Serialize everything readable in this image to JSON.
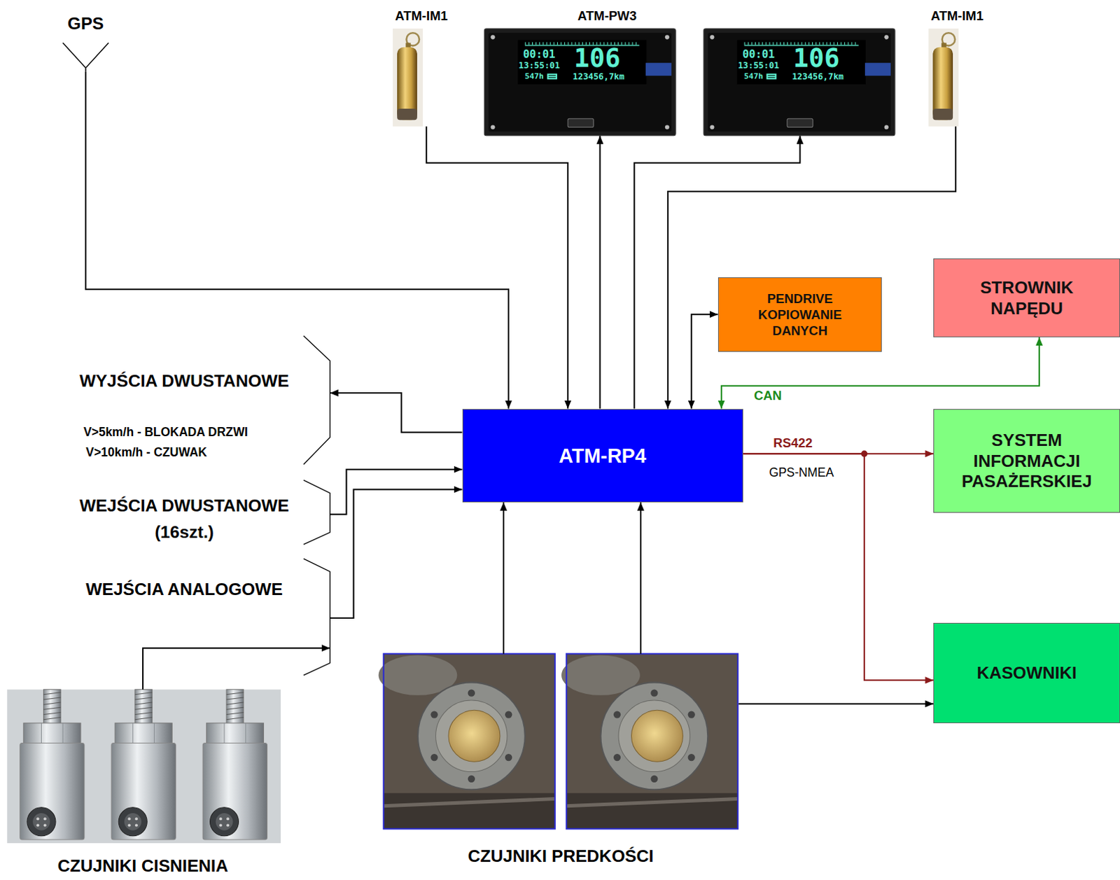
{
  "diagram": {
    "nodes": [
      {
        "text": [
          "GPS"
        ]
      },
      {
        "text": [
          "ATM-IM1"
        ]
      },
      {
        "text": [
          "ATM-PW3",
          "00:01",
          "13:55:01",
          "547h",
          "106",
          "123456,7km"
        ]
      },
      {
        "text": [
          "00:01",
          "13:55:01",
          "547h",
          "106",
          "123456,7km"
        ]
      },
      {
        "text": [
          "ATM-IM1"
        ]
      },
      {
        "text": [
          "PENDRIVE KOPIOWANIE DANYCH"
        ]
      },
      {
        "text": [
          "STROWNIK NAPĘDU"
        ]
      },
      {
        "text": [
          "WYJŚCIA DWUSTANOWE",
          "V>5km/h - BLOKADA DRZWI",
          "V>10km/h - CZUWAK"
        ]
      },
      {
        "text": [
          "ATM-RP4"
        ]
      },
      {
        "text": [
          "SYSTEM INFORMACJI PASAŻERSKIEJ"
        ]
      },
      {
        "text": [
          "WEJŚCIA DWUSTANOWE (16szt.)"
        ]
      },
      {
        "text": [
          "WEJŚCIA ANALOGOWE"
        ]
      },
      {
        "text": [
          "KASOWNIKI"
        ]
      },
      {
        "text": [
          "CZUJNIKI CISNIENIA"
        ]
      },
      {
        "text": [
          "CZUJNIKI PREDKOŚCI"
        ]
      }
    ],
    "edges": [
      {
        "from": 0,
        "to": 8,
        "arrow": "to"
      },
      {
        "from": 1,
        "to": 8,
        "arrow": "to"
      },
      {
        "from": 8,
        "to": 2,
        "arrow": "to"
      },
      {
        "from": 8,
        "to": 3,
        "arrow": "to"
      },
      {
        "from": 4,
        "to": 8,
        "arrow": "to"
      },
      {
        "from": 8,
        "to": 5,
        "arrow": "both"
      },
      {
        "from": 8,
        "to": 6,
        "arrow": "both",
        "label": "CAN"
      },
      {
        "from": 8,
        "to": 7,
        "arrow": "to"
      },
      {
        "from": 10,
        "to": 8,
        "arrow": "to"
      },
      {
        "from": 11,
        "to": 8,
        "arrow": "to"
      },
      {
        "from": 13,
        "to": 11,
        "arrow": "to"
      },
      {
        "from": 8,
        "to": 9,
        "arrow": "to",
        "label": "RS422"
      },
      {
        "from": 8,
        "to": 12,
        "arrow": "to"
      },
      {
        "from": 14,
        "to": 8,
        "arrow": "to"
      },
      {
        "from": 14,
        "to": 8,
        "arrow": "to"
      },
      {
        "from": 14,
        "to": 12,
        "arrow": "to"
      }
    ],
    "labels": [
      "GPS-NMEA"
    ]
  }
}
